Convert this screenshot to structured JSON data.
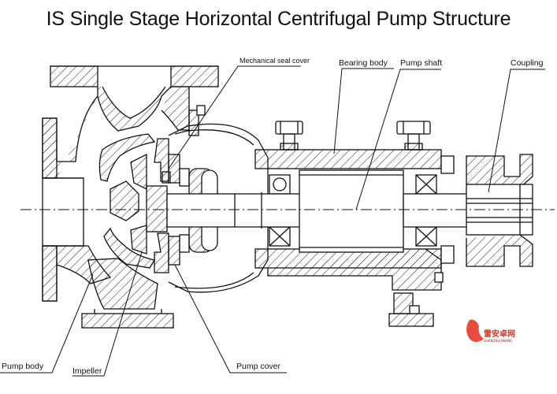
{
  "title": "IS Single Stage Horizontal Centrifugal Pump Structure",
  "labels": {
    "mechanical_seal_cover": "Mechanical seal cover",
    "bearing_body": "Bearing body",
    "pump_shaft": "Pump shaft",
    "coupling": "Coupling",
    "pump_body": "Pump body",
    "impeller": "Impeller",
    "pump_cover": "Pump cover"
  },
  "watermark": {
    "text": "雷安卓网",
    "subtext": "LEIANZHUOWANG"
  }
}
